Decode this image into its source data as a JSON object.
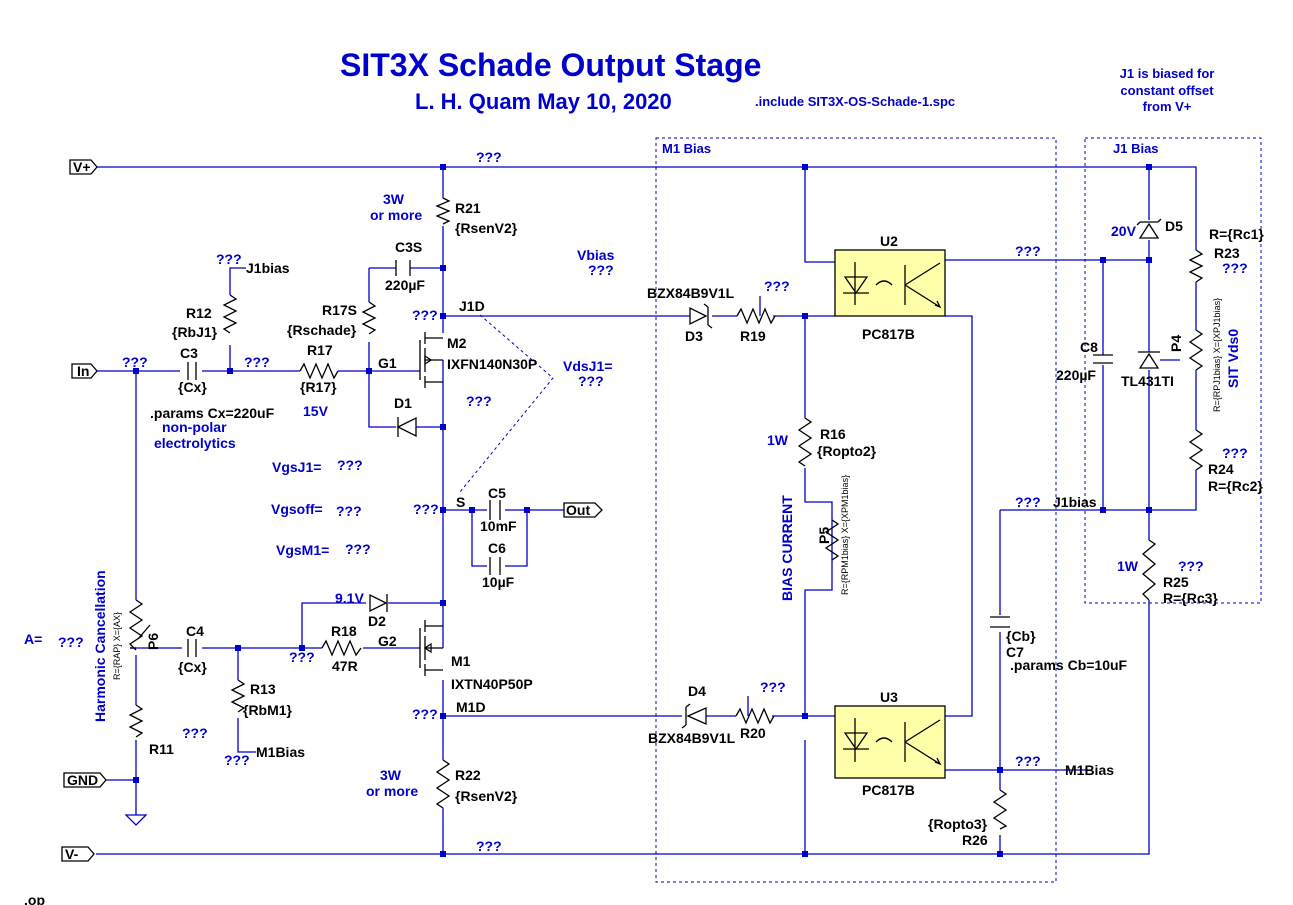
{
  "title": "SIT3X Schade Output Stage",
  "author_date": "L. H. Quam   May 10, 2020",
  "include": ".include SIT3X-OS-Schade-1.spc",
  "note_j1": [
    "J1 is biased for",
    "constant offset",
    "from V+"
  ],
  "boxes": {
    "m1bias": "M1 Bias",
    "j1bias": "J1 Bias"
  },
  "ports": {
    "vplus": "V+",
    "in": "In",
    "gnd": "GND",
    "vminus": "V-",
    "out": "Out"
  },
  "unknown": "???",
  "nets": {
    "j1bias": "J1bias",
    "j1bias2": "J1bias",
    "m1bias": "M1Bias",
    "m1bias2": "M1Bias",
    "j1d": "J1D",
    "m1d": "M1D",
    "g1": "G1",
    "g2": "G2",
    "s": "S",
    "vbias": "Vbias"
  },
  "measures": {
    "vgsj1": "VgsJ1=",
    "vgsoff": "Vgsoff=",
    "vgsm1": "VgsM1=",
    "vdsj1": "VdsJ1=",
    "a": "A="
  },
  "notes": {
    "w3a": "3W",
    "ormore_a": "or more",
    "w3b": "3W",
    "ormore_b": "or more",
    "v15": "15V",
    "params_cx": ".params Cx=220uF",
    "nonpolar1": "non-polar",
    "nonpolar2": "electrolytics",
    "params_cb": ".params Cb=10uF",
    "op": ".op",
    "w1a": "1W",
    "w1b": "1W"
  },
  "components": {
    "r21": "R21",
    "r21v": "{RsenV2}",
    "c3s": "C3S",
    "c3sv": "220µF",
    "r12": "R12",
    "r12v": "{RbJ1}",
    "r17s": "R17S",
    "r17sv": "{Rschade}",
    "r17": "R17",
    "r17v": "{R17}",
    "c3": "C3",
    "c3v": "{Cx}",
    "m2": "M2",
    "m2v": "IXFN140N30P",
    "d1": "D1",
    "c5": "C5",
    "c5v": "10mF",
    "c6": "C6",
    "c6v": "10µF",
    "d2": "D2",
    "d2v": "9.1V",
    "m1": "M1",
    "m1v": "IXTN40P50P",
    "r18": "R18",
    "r18v": "47R",
    "c4": "C4",
    "c4v": "{Cx}",
    "r13": "R13",
    "r13v": "{RbM1}",
    "p6": "P6",
    "p6v": "R={RAP} X={AX}",
    "r11": "R11",
    "r22": "R22",
    "r22v": "{RsenV2}",
    "d3": "D3",
    "d3v": "BZX84B9V1L",
    "r19": "R19",
    "u2": "U2",
    "u2v": "PC817B",
    "r16": "R16",
    "r16v": "{Ropto2}",
    "p5": "P5",
    "p5v": "R={RPM1bias} X={XPM1bias}",
    "d4": "D4",
    "d4v": "BZX84B9V1L",
    "r20": "R20",
    "u3": "U3",
    "u3v": "PC817B",
    "c7": "C7",
    "c7v": "{Cb}",
    "r26": "R26",
    "r26v": "{Ropto3}",
    "d5": "D5",
    "d5v": "20V",
    "c8": "C8",
    "c8v": "220µF",
    "r23": "R23",
    "r23v": "R={Rc1}",
    "p4": "P4",
    "p4v": "R={RPJ1bias} X={XPJ1bias}",
    "tl431": "TL431TI",
    "r24": "R24",
    "r24v": "R={Rc2}",
    "r25": "R25",
    "r25v": "R={Rc3}",
    "harmonic": "Harmonic Cancellation",
    "biascurrent": "BIAS CURRENT",
    "sitvds": "SIT Vds0"
  }
}
